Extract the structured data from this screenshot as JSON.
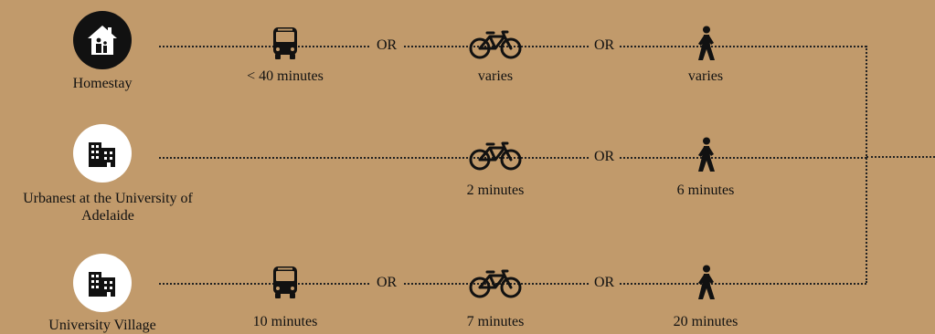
{
  "rows": [
    {
      "location": "Homestay",
      "icon": "house-icon",
      "options": [
        {
          "mode": "bus-icon",
          "time": "< 40 minutes"
        },
        {
          "mode": "bicycle-icon",
          "time": "varies"
        },
        {
          "mode": "walking-icon",
          "time": "varies"
        }
      ]
    },
    {
      "location": "Urbanest at the University of Adelaide",
      "icon": "apartment-building-icon",
      "options": [
        {
          "mode": "bicycle-icon",
          "time": "2 minutes"
        },
        {
          "mode": "walking-icon",
          "time": "6 minutes"
        }
      ]
    },
    {
      "location": "University Village",
      "icon": "apartment-building-icon",
      "options": [
        {
          "mode": "bus-icon",
          "time": "10 minutes"
        },
        {
          "mode": "bicycle-icon",
          "time": "7 minutes"
        },
        {
          "mode": "walking-icon",
          "time": "20 minutes"
        }
      ]
    }
  ],
  "connector_word": "OR",
  "colors": {
    "background": "#c19a6b",
    "ink": "#111111",
    "badge_light": "#ffffff"
  }
}
